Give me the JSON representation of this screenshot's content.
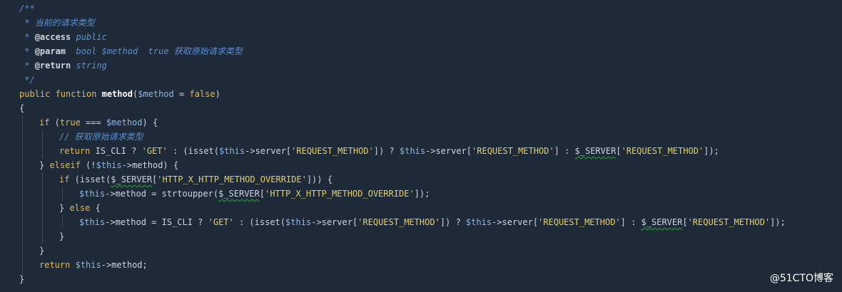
{
  "doc_comment": {
    "open": "/**",
    "summary": " * 当前的请求类型",
    "access_prefix": " * ",
    "access_tag": "@access",
    "access_value": " public",
    "param_prefix": " * ",
    "param_tag": "@param",
    "param_value": "  bool $method  true 获取原始请求类型",
    "return_prefix": " * ",
    "return_tag": "@return",
    "return_value": " string",
    "close": " */"
  },
  "code": {
    "signature_kw": "public function ",
    "signature_name": "method",
    "signature_open": "(",
    "signature_param": "$method",
    "signature_eq": " = ",
    "signature_default": "false",
    "signature_close": ")",
    "brace_open": "{",
    "if_kw": "if",
    "if_open": " (",
    "if_true": "true",
    "if_op": " === ",
    "if_var": "$method",
    "if_close": ") {",
    "inner_comment": "// 获取原始请求类型",
    "return1_kw": "return",
    "return1_a": " IS_CLI ? ",
    "return1_get": "'GET'",
    "return1_b": " : (",
    "return1_isset": "isset",
    "return1_c": "(",
    "return1_this": "$this",
    "return1_d": "->server[",
    "return1_key": "'REQUEST_METHOD'",
    "return1_e": "]) ? ",
    "return1_this2": "$this",
    "return1_f": "->server[",
    "return1_key2": "'REQUEST_METHOD'",
    "return1_g": "] : ",
    "return1_server": "$_SERVER",
    "return1_h": "[",
    "return1_key3": "'REQUEST_METHOD'",
    "return1_i": "]);",
    "elseif_a": "} ",
    "elseif_kw": "elseif",
    "elseif_b": " (!",
    "elseif_this": "$this",
    "elseif_c": "->method) {",
    "if2_kw": "if",
    "if2_a": " (",
    "if2_isset": "isset",
    "if2_b": "(",
    "if2_server": "$_SERVER",
    "if2_c": "[",
    "if2_key": "'HTTP_X_HTTP_METHOD_OVERRIDE'",
    "if2_d": "])) {",
    "assign1_this": "$this",
    "assign1_a": "->method = strtoupper(",
    "assign1_server": "$_SERVER",
    "assign1_b": "[",
    "assign1_key": "'HTTP_X_HTTP_METHOD_OVERRIDE'",
    "assign1_c": "]);",
    "else_a": "} ",
    "else_kw": "else",
    "else_b": " {",
    "assign2_this": "$this",
    "assign2_a": "->method = IS_CLI ? ",
    "assign2_get": "'GET'",
    "assign2_b": " : (",
    "assign2_isset": "isset",
    "assign2_c": "(",
    "assign2_this2": "$this",
    "assign2_d": "->server[",
    "assign2_key": "'REQUEST_METHOD'",
    "assign2_e": "]) ? ",
    "assign2_this3": "$this",
    "assign2_f": "->server[",
    "assign2_key2": "'REQUEST_METHOD'",
    "assign2_g": "] : ",
    "assign2_server": "$_SERVER",
    "assign2_h": "[",
    "assign2_key3": "'REQUEST_METHOD'",
    "assign2_i": "]);",
    "close_inner": "}",
    "close_if": "}",
    "return2_kw": "return",
    "return2_a": " ",
    "return2_this": "$this",
    "return2_b": "->method;",
    "brace_close": "}"
  },
  "watermark": "@51CTO博客",
  "colors": {
    "background": "#1e2a37",
    "comment": "#5a8fd6",
    "keyword": "#e9b94b",
    "variable": "#8db7e8",
    "string": "#e6cf6a",
    "plain": "#cfd4da",
    "squiggle": "#2f8c3a"
  }
}
